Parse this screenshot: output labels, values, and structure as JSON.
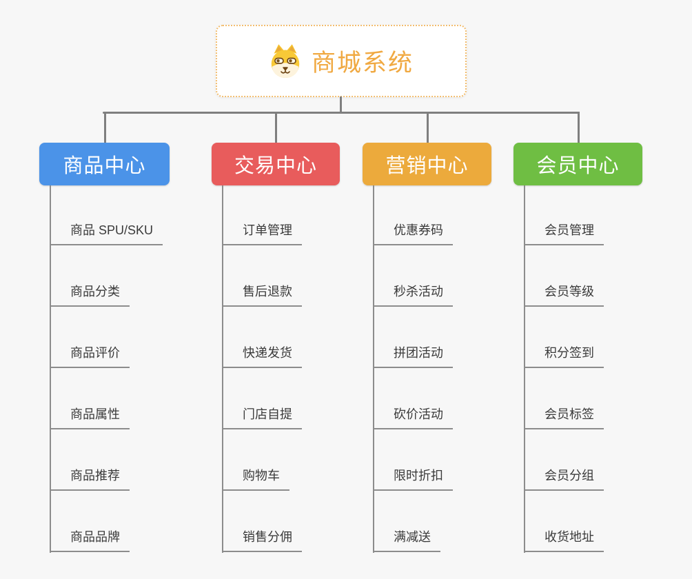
{
  "canvas": {
    "background": "#f7f7f7",
    "connector_color": "#7f7f7f",
    "underline_color": "#8c8c8c",
    "child_text_color": "#3a3a3a"
  },
  "root": {
    "title": "商城系统",
    "title_color": "#f0a942",
    "border_color": "#f2bd6e",
    "icon": "dog-face-icon"
  },
  "branches": [
    {
      "label": "商品中心",
      "color": "#4b93e8",
      "children": [
        "商品 SPU/SKU",
        "商品分类",
        "商品评价",
        "商品属性",
        "商品推荐",
        "商品品牌"
      ]
    },
    {
      "label": "交易中心",
      "color": "#e85c5c",
      "children": [
        "订单管理",
        "售后退款",
        "快递发货",
        "门店自提",
        "购物车",
        "销售分佣"
      ]
    },
    {
      "label": "营销中心",
      "color": "#ecaa3c",
      "children": [
        "优惠券码",
        "秒杀活动",
        "拼团活动",
        "砍价活动",
        "限时折扣",
        "满减送"
      ]
    },
    {
      "label": "会员中心",
      "color": "#6fbe43",
      "children": [
        "会员管理",
        "会员等级",
        "积分签到",
        "会员标签",
        "会员分组",
        "收货地址"
      ]
    }
  ]
}
